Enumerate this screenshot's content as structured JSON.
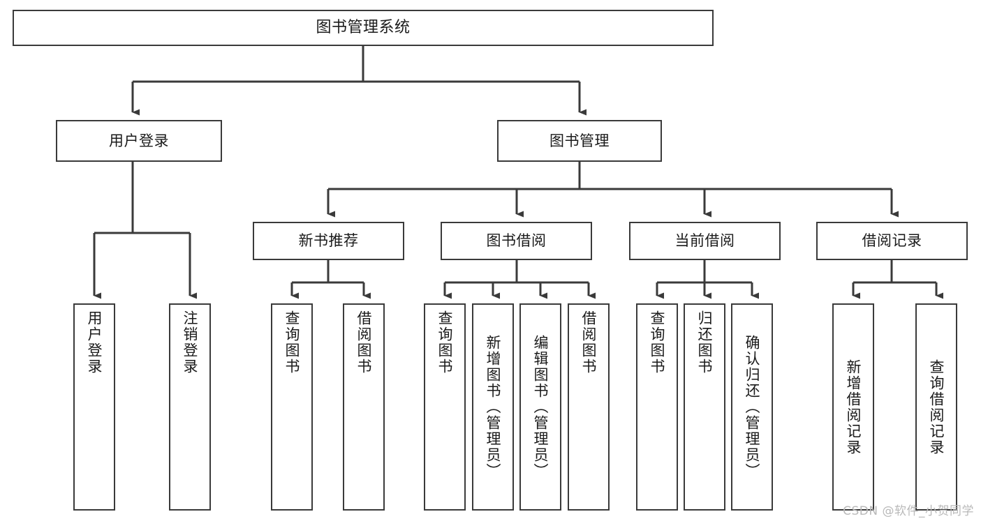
{
  "diagram": {
    "type": "tree-hierarchy",
    "title": "图书管理系统",
    "watermark": "CSDN @软件_小贺同学",
    "colors": {
      "box_border": "#3a3a3a",
      "box_fill": "#ffffff",
      "edge": "#3a3a3a",
      "text": "#1a1a1a",
      "watermark": "#b9b9b9",
      "background": "#ffffff"
    },
    "nodes": {
      "root": {
        "label": "图书管理系统"
      },
      "level1": [
        {
          "id": "user-login",
          "label": "用户登录"
        },
        {
          "id": "book-manage",
          "label": "图书管理"
        }
      ],
      "level2": [
        {
          "id": "new-book-rec",
          "label": "新书推荐"
        },
        {
          "id": "book-borrow",
          "label": "图书借阅"
        },
        {
          "id": "current-borrow",
          "label": "当前借阅"
        },
        {
          "id": "borrow-record",
          "label": "借阅记录"
        }
      ],
      "leaves": {
        "user-login": [
          {
            "id": "leaf-user-login",
            "label": "用户登录"
          },
          {
            "id": "leaf-logout",
            "label": "注销登录"
          }
        ],
        "new-book-rec": [
          {
            "id": "leaf-query-book-1",
            "label": "查询图书"
          },
          {
            "id": "leaf-borrow-book-1",
            "label": "借阅图书"
          }
        ],
        "book-borrow": [
          {
            "id": "leaf-query-book-2",
            "label": "查询图书"
          },
          {
            "id": "leaf-add-book",
            "label": "新增图书（管理员）"
          },
          {
            "id": "leaf-edit-book",
            "label": "编辑图书（管理员）"
          },
          {
            "id": "leaf-borrow-book-2",
            "label": "借阅图书"
          }
        ],
        "current-borrow": [
          {
            "id": "leaf-query-book-3",
            "label": "查询图书"
          },
          {
            "id": "leaf-return-book",
            "label": "归还图书"
          },
          {
            "id": "leaf-confirm-return",
            "label": "确认归还（管理员）"
          }
        ],
        "borrow-record": [
          {
            "id": "leaf-add-record",
            "label": "新增借阅记录"
          },
          {
            "id": "leaf-query-record",
            "label": "查询借阅记录"
          }
        ]
      }
    }
  }
}
